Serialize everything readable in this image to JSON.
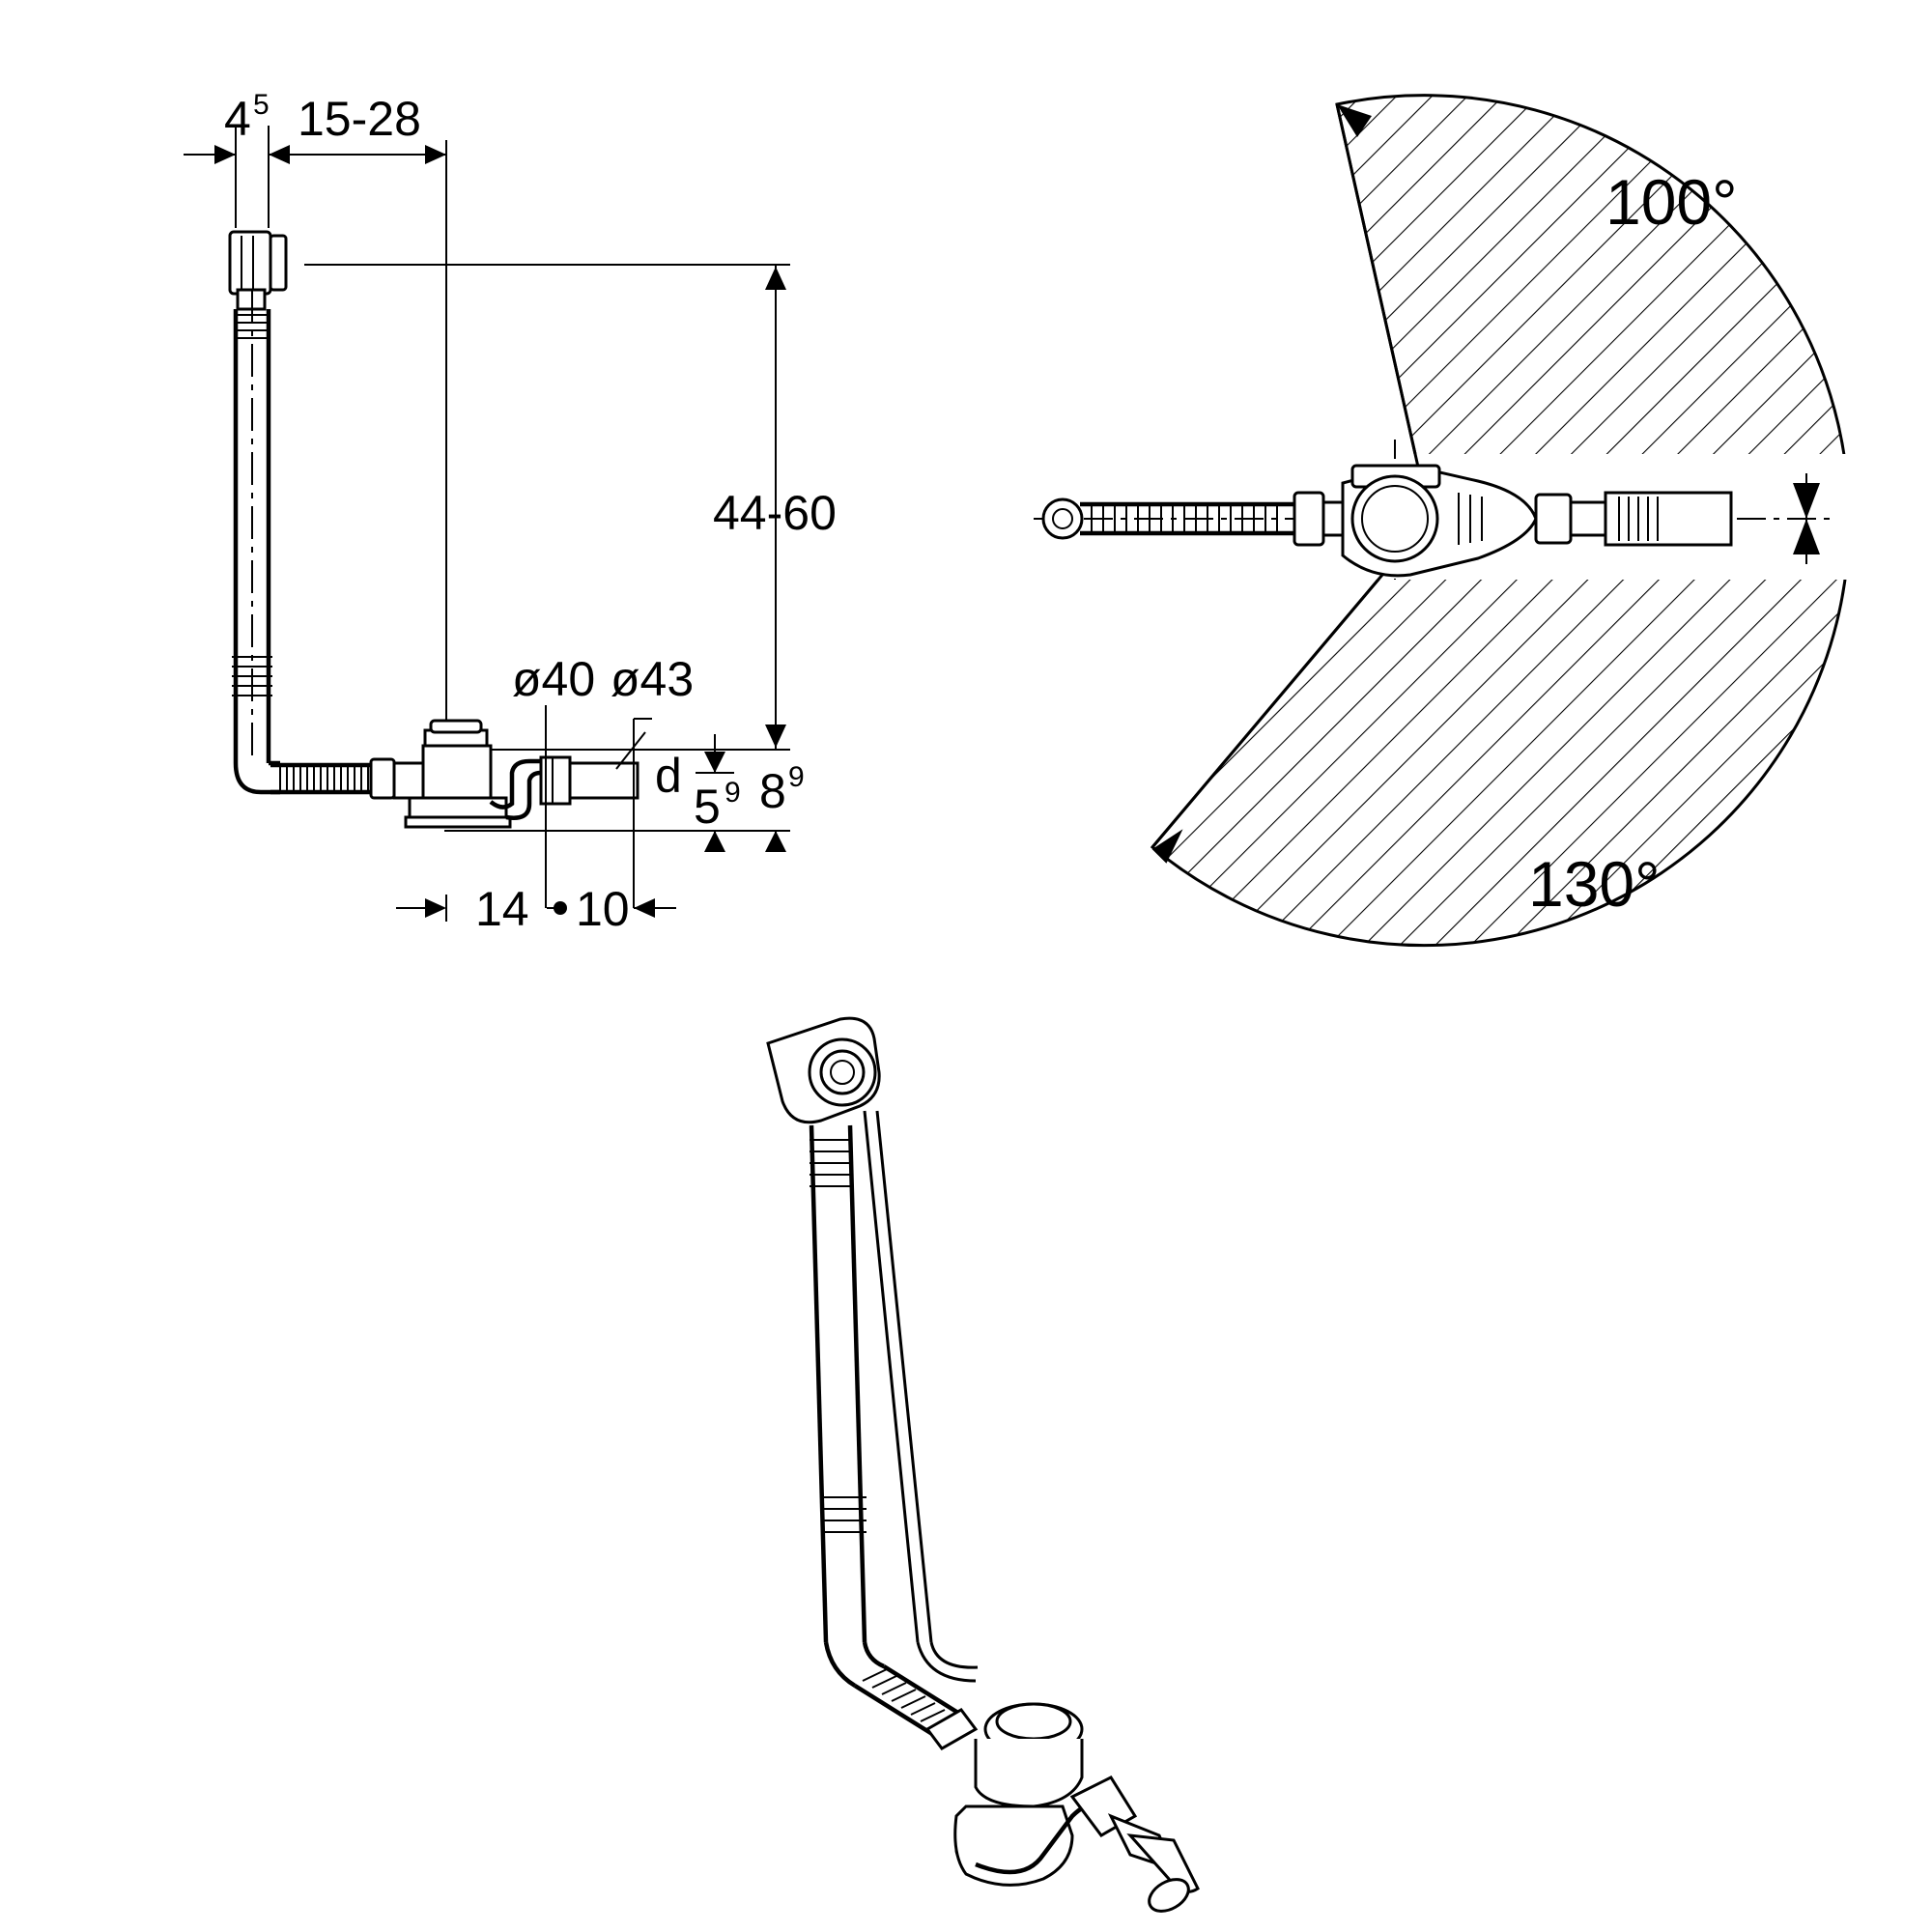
{
  "side_view": {
    "dims": {
      "overflow_depth": {
        "main": "4",
        "sup": "5"
      },
      "offset_range": "15-28",
      "height_range": "44-60",
      "dia_40": "ø40",
      "dia_43": "ø43",
      "d_label": "d",
      "h_59": {
        "main": "5",
        "sup": "9"
      },
      "h_89": {
        "main": "8",
        "sup": "9"
      },
      "dist_14": "14",
      "dist_10": "10"
    }
  },
  "top_view": {
    "angle_upper": "100°",
    "angle_lower": "130°"
  }
}
